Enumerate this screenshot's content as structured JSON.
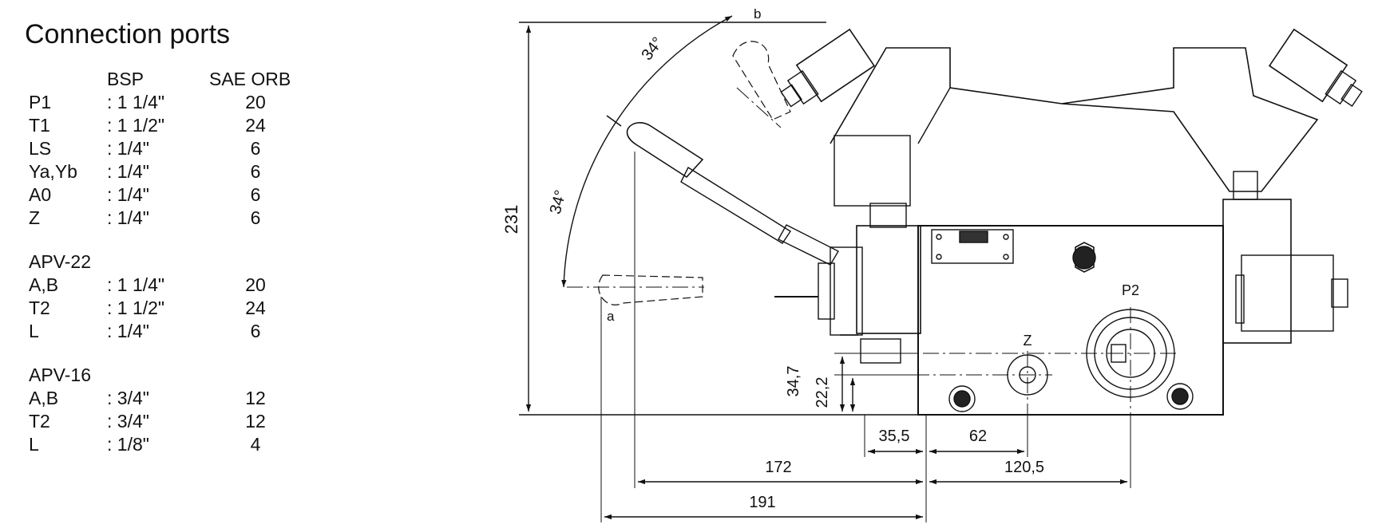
{
  "ports": {
    "title": "Connection ports",
    "columns": {
      "bsp": "BSP",
      "sae": "SAE ORB"
    },
    "main_rows": [
      {
        "port": "P1",
        "bsp": ": 1 1/4\"",
        "sae": "20"
      },
      {
        "port": "T1",
        "bsp": ": 1 1/2\"",
        "sae": "24"
      },
      {
        "port": "LS",
        "bsp": ": 1/4\"",
        "sae": "6"
      },
      {
        "port": "Ya,Yb",
        "bsp": ": 1/4\"",
        "sae": "6"
      },
      {
        "port": "A0",
        "bsp": ": 1/4\"",
        "sae": "6"
      },
      {
        "port": "Z",
        "bsp": ": 1/4\"",
        "sae": "6"
      }
    ],
    "apv22": {
      "name": "APV-22",
      "rows": [
        {
          "port": "A,B",
          "bsp": ": 1 1/4\"",
          "sae": "20"
        },
        {
          "port": "T2",
          "bsp": ": 1 1/2\"",
          "sae": "24"
        },
        {
          "port": "L",
          "bsp": ": 1/4\"",
          "sae": "6"
        }
      ]
    },
    "apv16": {
      "name": "APV-16",
      "rows": [
        {
          "port": "A,B",
          "bsp": ": 3/4\"",
          "sae": "12"
        },
        {
          "port": "T2",
          "bsp": ": 3/4\"",
          "sae": "12"
        },
        {
          "port": "L",
          "bsp": ": 1/8\"",
          "sae": "4"
        }
      ]
    }
  },
  "drawing": {
    "dims": {
      "height_total": "231",
      "angle_upper": "34°",
      "angle_lower": "34°",
      "h1": "34,7",
      "h2": "22,2",
      "d1": "35,5",
      "d2": "62",
      "d3": "172",
      "d4": "120,5",
      "d5": "191"
    },
    "labels": {
      "lever_a": "a",
      "lever_b": "b",
      "port_z": "Z",
      "port_p2": "P2"
    }
  }
}
